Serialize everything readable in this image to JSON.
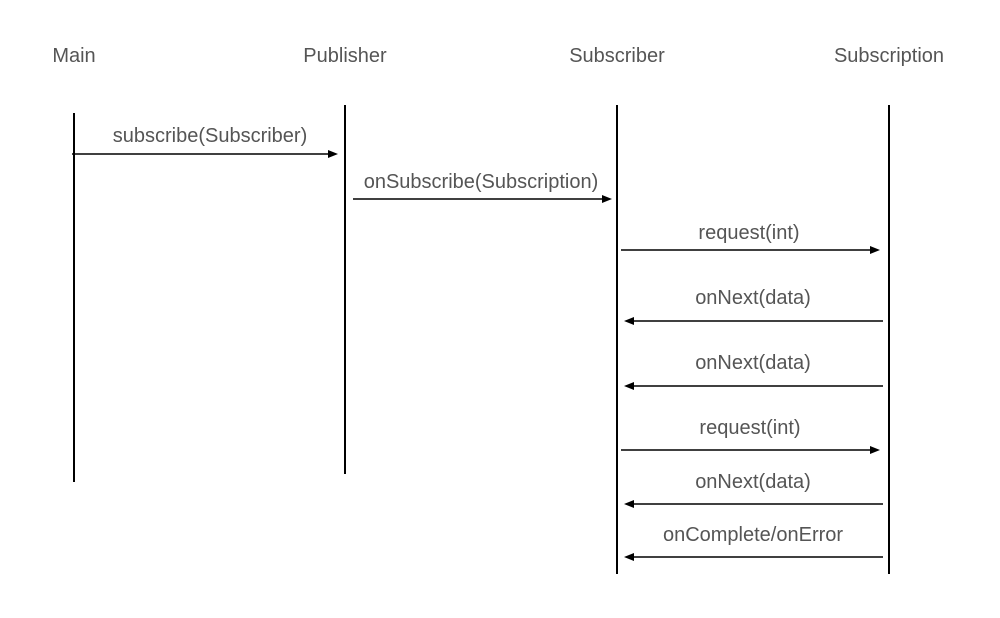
{
  "participants": [
    {
      "id": "main",
      "label": "Main"
    },
    {
      "id": "publisher",
      "label": "Publisher"
    },
    {
      "id": "subscriber",
      "label": "Subscriber"
    },
    {
      "id": "subscription",
      "label": "Subscription"
    }
  ],
  "messages": [
    {
      "label": "subscribe(Subscriber)",
      "from": "main",
      "to": "publisher"
    },
    {
      "label": "onSubscribe(Subscription)",
      "from": "publisher",
      "to": "subscriber"
    },
    {
      "label": "request(int)",
      "from": "subscriber",
      "to": "subscription"
    },
    {
      "label": "onNext(data)",
      "from": "subscription",
      "to": "subscriber"
    },
    {
      "label": "onNext(data)",
      "from": "subscription",
      "to": "subscriber"
    },
    {
      "label": "request(int)",
      "from": "subscriber",
      "to": "subscription"
    },
    {
      "label": "onNext(data)",
      "from": "subscription",
      "to": "subscriber"
    },
    {
      "label": "onComplete/onError",
      "from": "subscription",
      "to": "subscriber"
    }
  ]
}
